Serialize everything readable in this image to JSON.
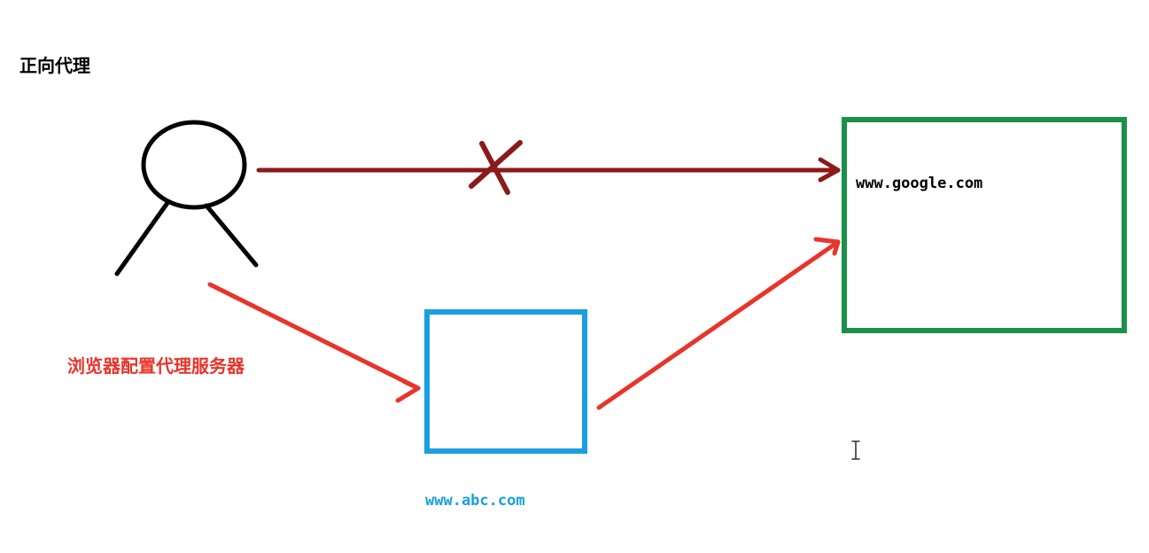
{
  "diagram": {
    "title": "正向代理",
    "proxy_note": "浏览器配置代理服务器",
    "target_site_label": "www.google.com",
    "proxy_site_label": "www.abc.com"
  },
  "colors": {
    "blocked_arrow": "#8b1a1a",
    "proxy_arrow": "#e8342a",
    "proxy_box": "#1a9fe0",
    "target_box": "#1a9148",
    "user_figure": "#000000"
  },
  "icons": {
    "user": "stick-figure-icon",
    "blocked": "x-cross-icon",
    "cursor": "text-cursor-icon"
  }
}
